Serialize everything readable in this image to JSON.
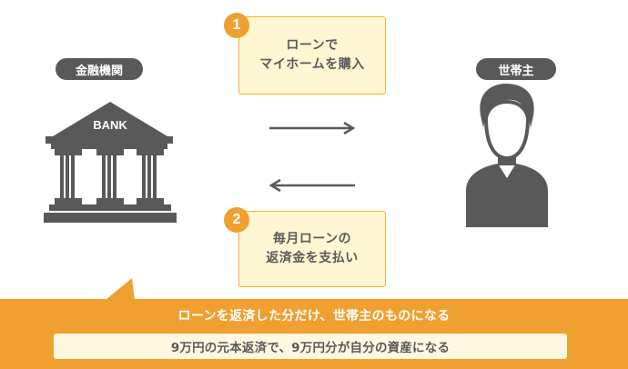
{
  "labels": {
    "bank": "金融機関",
    "householder": "世帯主",
    "bank_sign": "BANK"
  },
  "steps": [
    {
      "number": "1",
      "line1": "ローンで",
      "line2": "マイホームを購入"
    },
    {
      "number": "2",
      "line1": "毎月ローンの",
      "line2": "返済金を支払い"
    }
  ],
  "banner": {
    "line1": "ローンを返済した分だけ、世帯主のものになる",
    "line2": "9万円の元本返済で、9万円分が自分の資産になる"
  },
  "icons": {
    "bank": "bank-building-icon",
    "person": "person-silhouette-icon",
    "arrow_right": "arrow-right-icon",
    "arrow_left": "arrow-left-icon"
  },
  "colors": {
    "accent": "#f0a030",
    "box_fill": "#fff6d2",
    "box_border": "#f1b534",
    "icon_gray": "#595959",
    "text_gray": "#5a5a5a"
  }
}
